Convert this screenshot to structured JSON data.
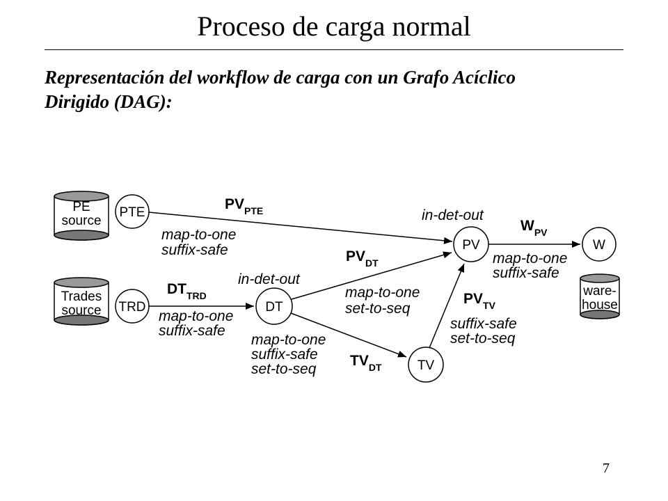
{
  "slide": {
    "title": "Proceso de carga normal",
    "subtitle_line1": "Representación del workflow de carga con un Grafo Acíclico",
    "subtitle_line2": "Dirigido (DAG):",
    "page_number": "7"
  },
  "diagram": {
    "sources": {
      "pe": {
        "line1": "PE",
        "line2": "source"
      },
      "trades": {
        "line1": "Trades",
        "line2": "source"
      },
      "warehouse": {
        "line1": "ware-",
        "line2": "house"
      }
    },
    "nodes": {
      "pte": "PTE",
      "trd": "TRD",
      "dt": "DT",
      "pv": "PV",
      "tv": "TV",
      "w": "W"
    },
    "edges": {
      "pv_pte": {
        "main": "PV",
        "sub": "PTE",
        "props": [
          "map-to-one",
          "suffix-safe"
        ]
      },
      "dt_trd": {
        "main": "DT",
        "sub": "TRD",
        "props": [
          "map-to-one",
          "suffix-safe"
        ]
      },
      "pv_dt": {
        "main": "PV",
        "sub": "DT",
        "props": [
          "map-to-one",
          "set-to-seq"
        ]
      },
      "tv_dt": {
        "main": "TV",
        "sub": "DT",
        "props": [
          "map-to-one",
          "suffix-safe",
          "set-to-seq"
        ]
      },
      "pv_tv": {
        "main": "PV",
        "sub": "TV",
        "props": [
          "suffix-safe",
          "set-to-seq"
        ]
      },
      "w_pv": {
        "main": "W",
        "sub": "PV",
        "props": [
          "map-to-one",
          "suffix-safe"
        ]
      }
    },
    "node_props": {
      "dt": "in-det-out",
      "pv": "in-det-out"
    }
  }
}
